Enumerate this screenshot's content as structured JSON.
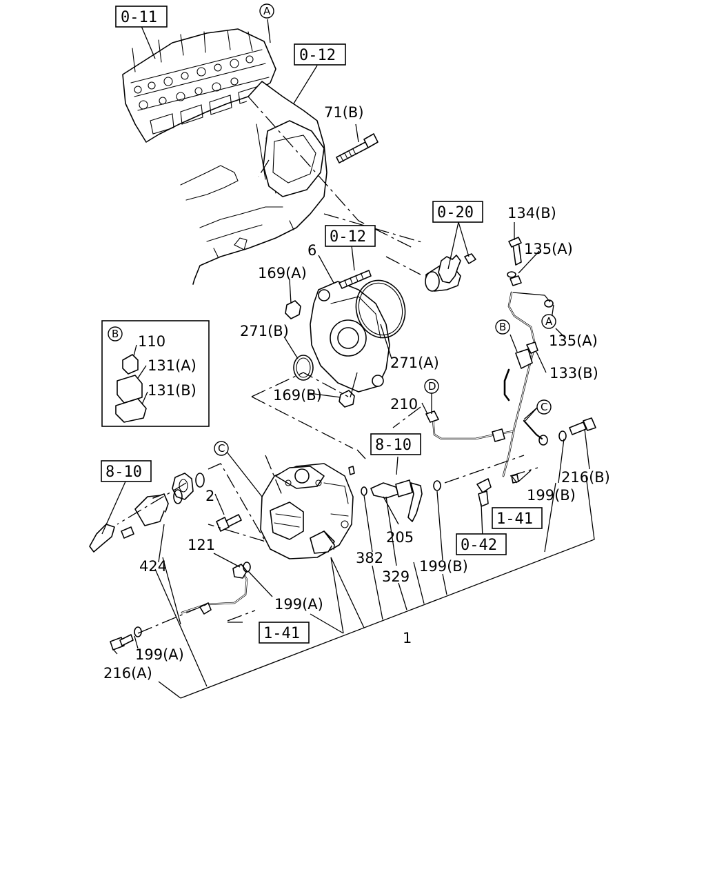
{
  "ref_boxes": {
    "r_0_11": "0-11",
    "r_0_12_top": "0-12",
    "r_0_12_mid": "0-12",
    "r_0_20": "0-20",
    "r_8_10_left": "8-10",
    "r_8_10_mid": "8-10",
    "r_1_41_right": "1-41",
    "r_0_42": "0-42",
    "r_1_41_bottom": "1-41"
  },
  "circle_markers": {
    "a_top": "A",
    "a_right": "A",
    "b_pipe": "B",
    "b_inset": "B",
    "c_left": "C",
    "c_right": "C",
    "d_pipe": "D"
  },
  "part_labels": {
    "p71b": "71(B)",
    "p6": "6",
    "p169a": "169(A)",
    "p271b": "271(B)",
    "p271a": "271(A)",
    "p169b": "169(B)",
    "p134b": "134(B)",
    "p135a": "135(A)",
    "p135a_2": "135(A)",
    "p133b": "133(B)",
    "p210": "210",
    "p216b": "216(B)",
    "p199b_1": "199(B)",
    "p2": "2",
    "p121": "121",
    "p424": "424",
    "p199a_1": "199(A)",
    "p382": "382",
    "p329": "329",
    "p205": "205",
    "p199b_2": "199(B)",
    "p1": "1",
    "p199a_2": "199(A)",
    "p216a": "216(A)"
  },
  "inset_labels": {
    "p110": "110",
    "p131a": "131(A)",
    "p131b": "131(B)"
  }
}
